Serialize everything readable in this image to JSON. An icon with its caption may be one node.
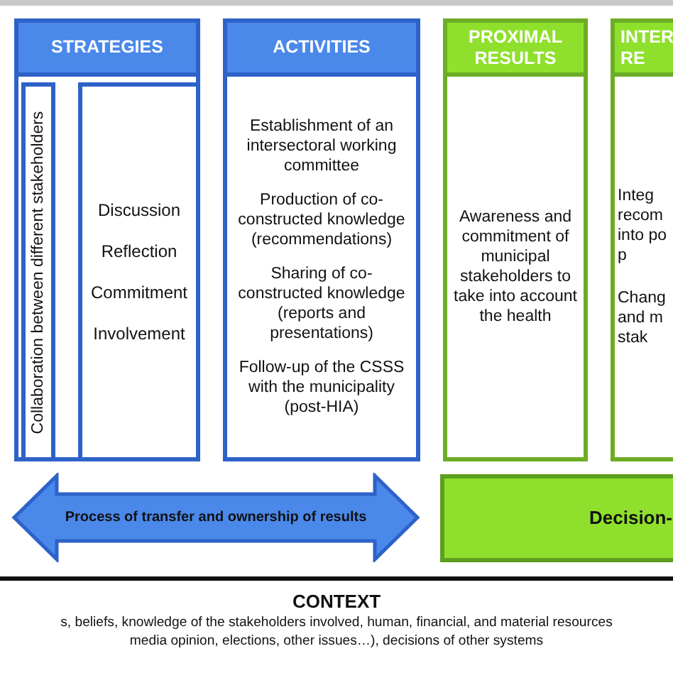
{
  "diagram": {
    "nodes": [
      {
        "text": [
          "STRATEGIES"
        ]
      },
      {
        "text": [
          "Collaboration between different stakeholders"
        ],
        "in": 0
      },
      {
        "text": [
          "Discussion",
          "Reflection",
          "Commitment",
          "Involvement"
        ],
        "in": 0
      },
      {
        "text": [
          "ACTIVITIES",
          "Establishment of an intersectoral working committee",
          "Production of co-constructed knowledge (recommendations)",
          "Sharing of co-constructed knowledge (reports and presentations)",
          "Follow-up of the CSSS with the municipality (post-HIA)"
        ]
      },
      {
        "text": [
          "PROXIMAL RESULTS",
          "Awareness and commitment of municipal stakeholders to take into account the health"
        ]
      },
      {
        "text": [
          "INTER RE",
          "Integ recom into po p",
          "Chang and m stak"
        ]
      },
      {
        "text": [
          "Process of transfer and ownership of results"
        ]
      },
      {
        "text": [
          "Decision-"
        ]
      }
    ],
    "labels": [
      "CONTEXT",
      "s, beliefs, knowledge of the stakeholders involved, human, financial, and material resources",
      "media opinion, elections, other issues…), decisions of other systems"
    ]
  }
}
